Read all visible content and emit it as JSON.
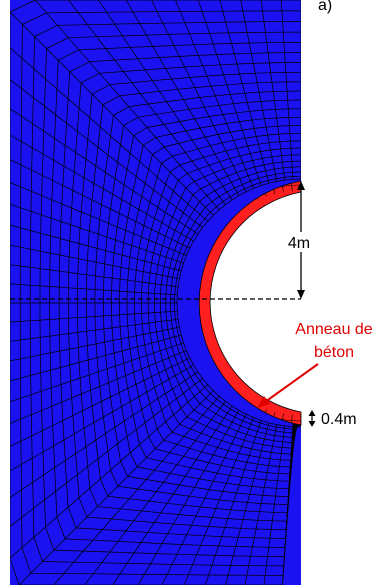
{
  "header_fragment": "a)",
  "labels": {
    "radius": "4m",
    "thickness": "0.4m",
    "ring_line1": "Anneau de",
    "ring_line2": "béton"
  },
  "colors": {
    "mesh_fill": "#1a12f0",
    "mesh_lines": "#000000",
    "ring_fill": "#ff1f1f",
    "ring_label": "#e00000",
    "background": "#ffffff"
  }
}
